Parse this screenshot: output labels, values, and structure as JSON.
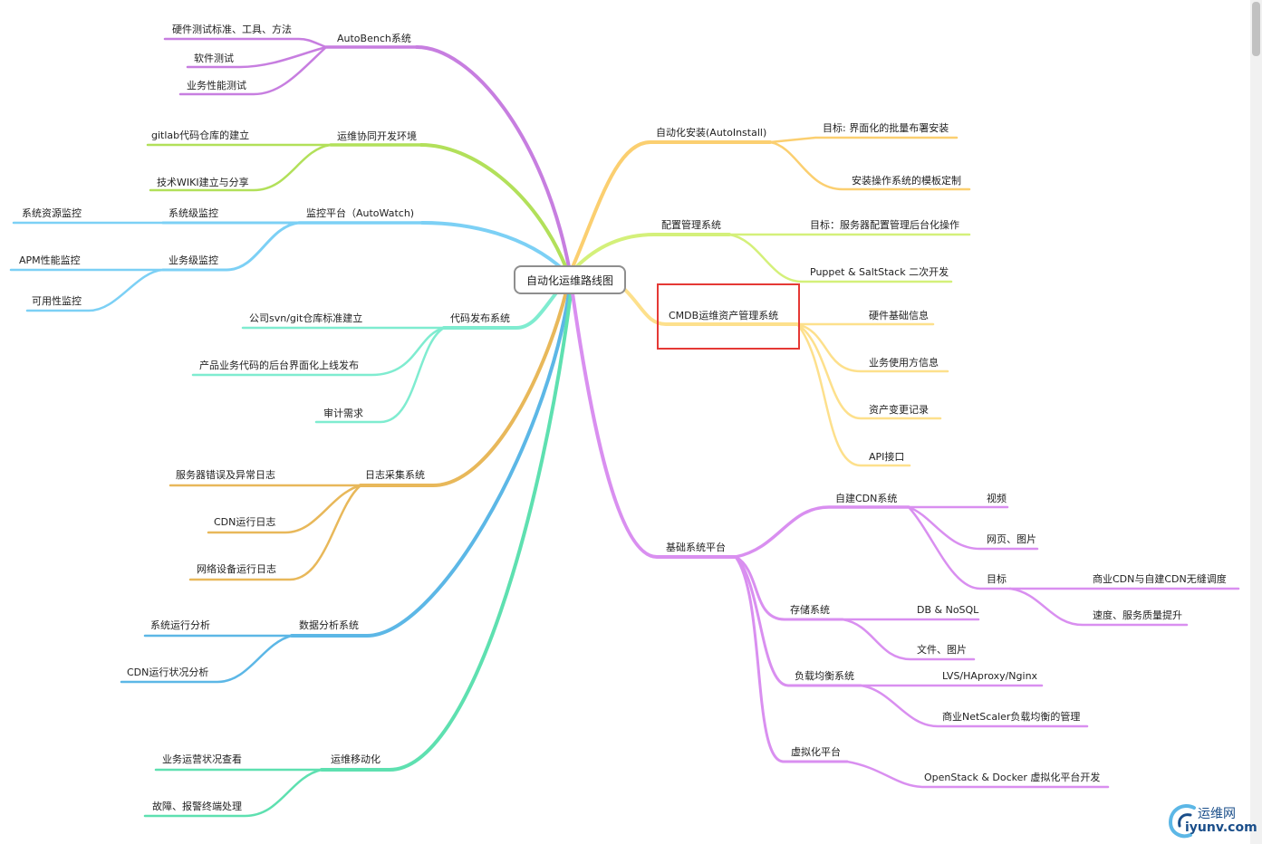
{
  "center": {
    "label": "自动化运维路线图"
  },
  "colors": {
    "purple": "#c77ee0",
    "lime": "#b2e05a",
    "skyblue": "#7cd0f5",
    "aqua": "#7fecd0",
    "gold": "#e8b85a",
    "blue": "#5cb7e6",
    "green": "#5ee0b0",
    "orange": "#fbcf70",
    "lightlime": "#d4f07a",
    "yellow": "#fde08c",
    "violet": "#d98ff0",
    "highlight": "#e53935"
  },
  "left": {
    "autobench": {
      "label": "AutoBench系统",
      "children": [
        "硬件测试标准、工具、方法",
        "软件测试",
        "业务性能测试"
      ]
    },
    "devenv": {
      "label": "运维协同开发环境",
      "children": [
        "gitlab代码仓库的建立",
        "技术WIKI建立与分享"
      ]
    },
    "monitor": {
      "label": "监控平台（AutoWatch)",
      "sys": "系统级监控",
      "sys_child": "系统资源监控",
      "biz": "业务级监控",
      "biz_children": [
        "APM性能监控",
        "可用性监控"
      ]
    },
    "release": {
      "label": "代码发布系统",
      "children": [
        "公司svn/git仓库标准建立",
        "产品业务代码的后台界面化上线发布",
        "审计需求"
      ]
    },
    "log": {
      "label": "日志采集系统",
      "children": [
        "服务器错误及异常日志",
        "CDN运行日志",
        "网络设备运行日志"
      ]
    },
    "analysis": {
      "label": "数据分析系统",
      "children": [
        "系统运行分析",
        "CDN运行状况分析"
      ]
    },
    "mobile": {
      "label": "运维移动化",
      "children": [
        "业务运营状况查看",
        "故障、报警终端处理"
      ]
    }
  },
  "right": {
    "autoinstall": {
      "label": "自动化安装(AutoInstall)",
      "children": [
        "目标: 界面化的批量布署安装",
        "安装操作系统的模板定制"
      ]
    },
    "config": {
      "label": "配置管理系统",
      "children": [
        "目标：服务器配置管理后台化操作",
        "Puppet & SaltStack 二次开发"
      ]
    },
    "cmdb": {
      "label": "CMDB运维资产管理系统",
      "children": [
        "硬件基础信息",
        "业务使用方信息",
        "资产变更记录",
        "API接口"
      ]
    },
    "infra": {
      "label": "基础系统平台",
      "cdn": {
        "label": "自建CDN系统",
        "children": [
          "视频",
          "网页、图片"
        ],
        "goal": "目标",
        "goal_children": [
          "商业CDN与自建CDN无缝调度",
          "速度、服务质量提升"
        ]
      },
      "storage": {
        "label": "存储系统",
        "children": [
          "DB & NoSQL",
          "文件、图片"
        ]
      },
      "lb": {
        "label": "负载均衡系统",
        "children": [
          "LVS/HAproxy/Nginx",
          "商业NetScaler负载均衡的管理"
        ]
      },
      "virt": {
        "label": "虚拟化平台",
        "children": [
          "OpenStack & Docker 虚拟化平台开发"
        ]
      }
    }
  },
  "watermark": {
    "line1": "运维网",
    "line2": "iyunv.com"
  }
}
